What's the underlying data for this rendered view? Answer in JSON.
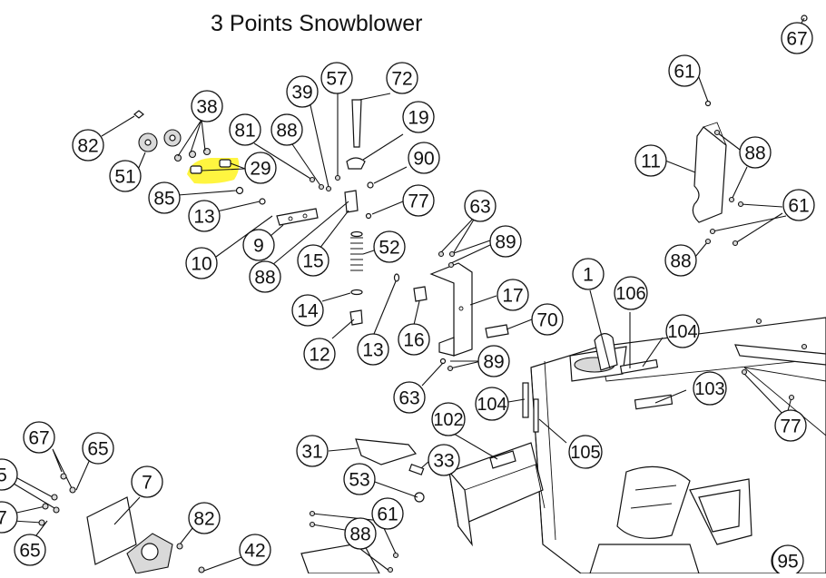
{
  "title": "3 Points Snowblower",
  "callouts": [
    {
      "id": "c67a",
      "label": "67"
    },
    {
      "id": "c61a",
      "label": "61"
    },
    {
      "id": "c88a",
      "label": "88"
    },
    {
      "id": "c11",
      "label": "11"
    },
    {
      "id": "c61b",
      "label": "61"
    },
    {
      "id": "c88b",
      "label": "88"
    },
    {
      "id": "c38",
      "label": "38"
    },
    {
      "id": "c82a",
      "label": "82"
    },
    {
      "id": "c51",
      "label": "51"
    },
    {
      "id": "c29",
      "label": "29"
    },
    {
      "id": "c85",
      "label": "85"
    },
    {
      "id": "c13a",
      "label": "13"
    },
    {
      "id": "c10",
      "label": "10"
    },
    {
      "id": "c9",
      "label": "9"
    },
    {
      "id": "c81",
      "label": "81"
    },
    {
      "id": "c88c",
      "label": "88"
    },
    {
      "id": "c39",
      "label": "39"
    },
    {
      "id": "c57",
      "label": "57"
    },
    {
      "id": "c72",
      "label": "72"
    },
    {
      "id": "c19",
      "label": "19"
    },
    {
      "id": "c90",
      "label": "90"
    },
    {
      "id": "c77a",
      "label": "77"
    },
    {
      "id": "c88d",
      "label": "88"
    },
    {
      "id": "c15",
      "label": "15"
    },
    {
      "id": "c52",
      "label": "52"
    },
    {
      "id": "c14",
      "label": "14"
    },
    {
      "id": "c12",
      "label": "12"
    },
    {
      "id": "c13b",
      "label": "13"
    },
    {
      "id": "c16",
      "label": "16"
    },
    {
      "id": "c63a",
      "label": "63"
    },
    {
      "id": "c89a",
      "label": "89"
    },
    {
      "id": "c17",
      "label": "17"
    },
    {
      "id": "c70",
      "label": "70"
    },
    {
      "id": "c89b",
      "label": "89"
    },
    {
      "id": "c63b",
      "label": "63"
    },
    {
      "id": "c1",
      "label": "1"
    },
    {
      "id": "c106",
      "label": "106"
    },
    {
      "id": "c104a",
      "label": "104"
    },
    {
      "id": "c103",
      "label": "103"
    },
    {
      "id": "c104b",
      "label": "104"
    },
    {
      "id": "c105",
      "label": "105"
    },
    {
      "id": "c102",
      "label": "102"
    },
    {
      "id": "c77b",
      "label": "77"
    },
    {
      "id": "c31",
      "label": "31"
    },
    {
      "id": "c33",
      "label": "33"
    },
    {
      "id": "c53",
      "label": "53"
    },
    {
      "id": "c61c",
      "label": "61"
    },
    {
      "id": "c88e",
      "label": "88"
    },
    {
      "id": "c67b",
      "label": "67"
    },
    {
      "id": "c65a",
      "label": "65"
    },
    {
      "id": "c5",
      "label": "5"
    },
    {
      "id": "c7a",
      "label": "7"
    },
    {
      "id": "c65b",
      "label": "65"
    },
    {
      "id": "c7b",
      "label": "7"
    },
    {
      "id": "c82b",
      "label": "82"
    },
    {
      "id": "c42",
      "label": "42"
    },
    {
      "id": "c95",
      "label": "95"
    }
  ],
  "highlight_color": "#fff200",
  "line_color": "#111111"
}
